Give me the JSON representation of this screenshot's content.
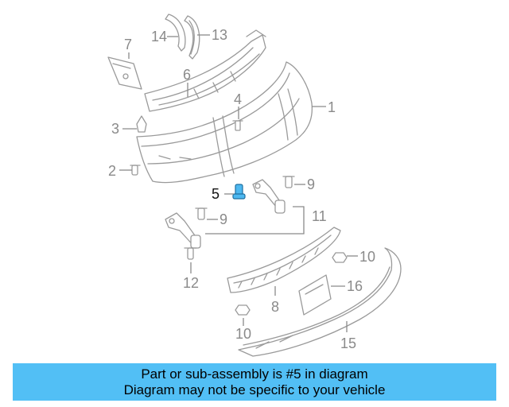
{
  "diagram": {
    "callouts": {
      "c1": "1",
      "c2": "2",
      "c3": "3",
      "c4": "4",
      "c5": "5",
      "c6": "6",
      "c7": "7",
      "c8": "8",
      "c9a": "9",
      "c9b": "9",
      "c10a": "10",
      "c10b": "10",
      "c11": "11",
      "c12": "12",
      "c13": "13",
      "c14": "14",
      "c15": "15",
      "c16": "16"
    },
    "highlight_color": "#4db8f0",
    "line_color": "#9a9a9a"
  },
  "banner": {
    "line1": "Part or sub-assembly is #5 in diagram",
    "line2": "Diagram may not be specific to your vehicle",
    "background": "#52bff5"
  }
}
